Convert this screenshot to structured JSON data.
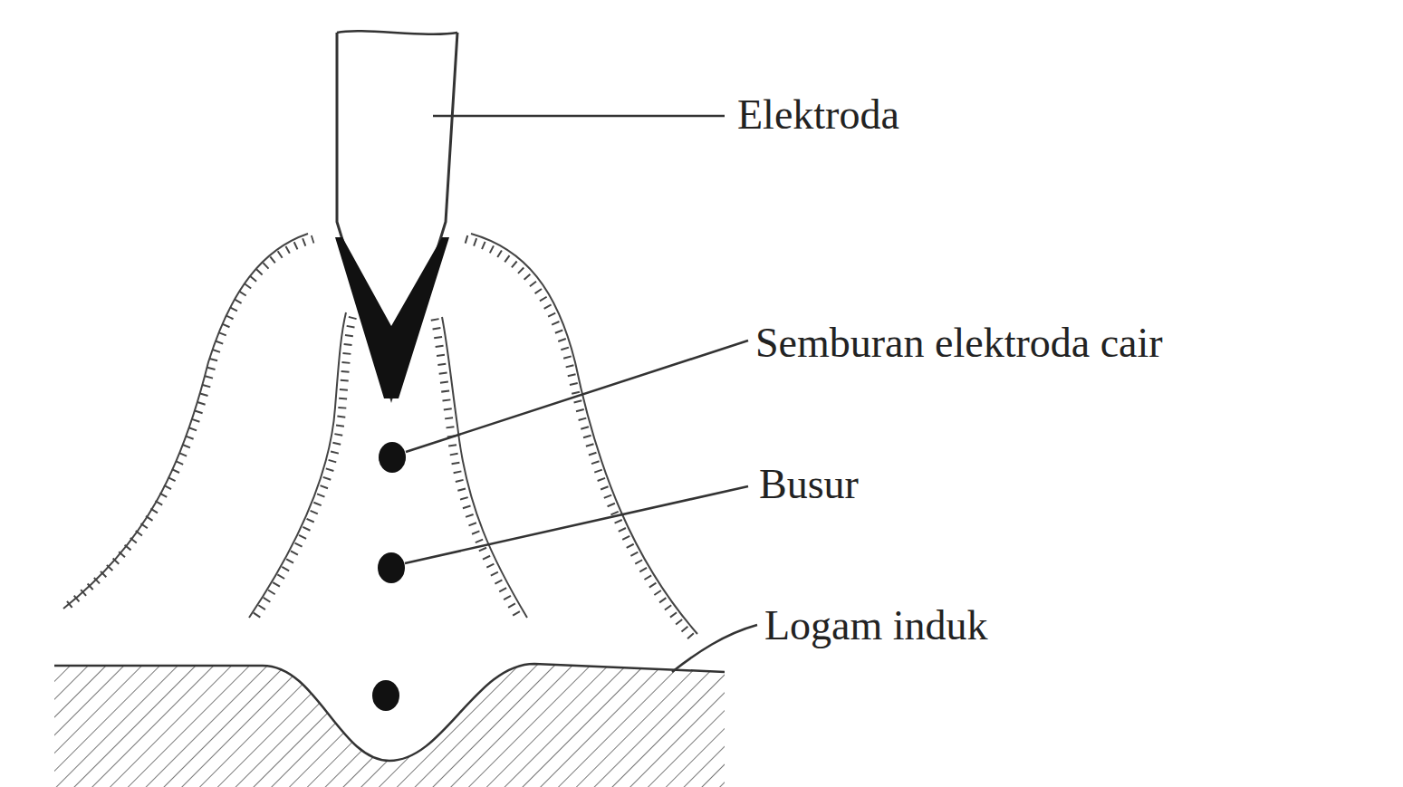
{
  "diagram": {
    "labels": [
      "Elektroda",
      "Semburan elektroda cair",
      "Busur",
      "Logam induk"
    ]
  }
}
